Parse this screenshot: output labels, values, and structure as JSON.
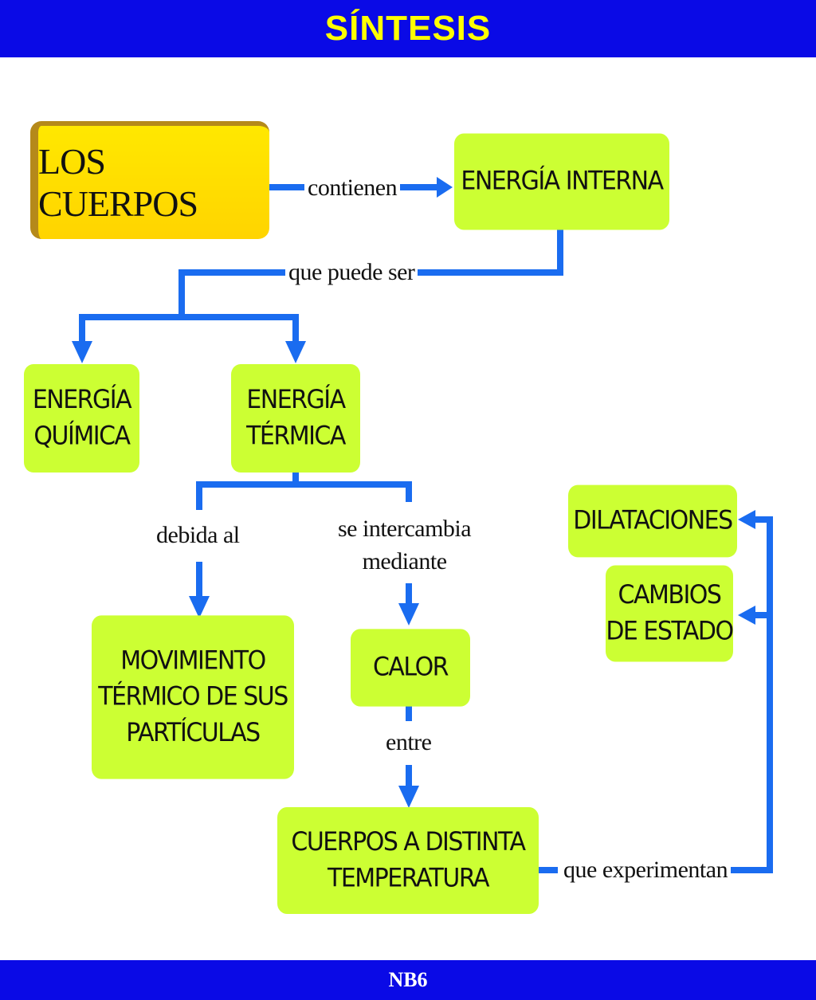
{
  "header": {
    "title": "SÍNTESIS"
  },
  "footer": {
    "text": "NB6"
  },
  "colors": {
    "bar": "#0a0ae6",
    "title": "#ffff00",
    "node": "#ccff33",
    "main_node": "#ffd800",
    "arrow": "#1a6cf0"
  },
  "nodes": {
    "los_cuerpos": "LOS CUERPOS",
    "energia_interna": "ENERGÍA INTERNA",
    "energia_quimica": "ENERGÍA\nQUÍMICA",
    "energia_termica": "ENERGÍA\nTÉRMICA",
    "movimiento": "MOVIMIENTO\nTÉRMICO DE SUS\nPARTÍCULAS",
    "calor": "CALOR",
    "cuerpos_temp": "CUERPOS A DISTINTA\nTEMPERATURA",
    "dilataciones": "DILATACIONES",
    "cambios": "CAMBIOS\nDE ESTADO"
  },
  "connectors": {
    "contienen": "contienen",
    "que_puede_ser": "que puede ser",
    "debida_al": "debida al",
    "se_intercambia": "se intercambia\nmediante",
    "entre": "entre",
    "que_experimentan": "que experimentan"
  }
}
